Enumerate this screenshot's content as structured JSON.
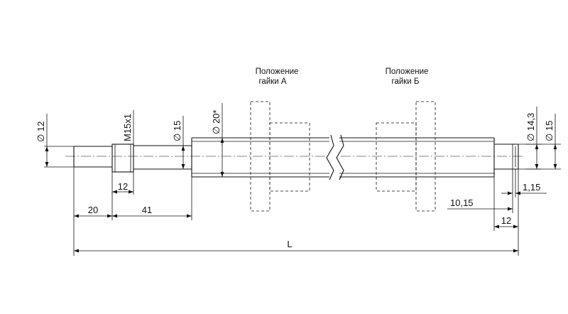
{
  "drawing": {
    "notes": {
      "nut_a": [
        "Положение",
        "гайки А"
      ],
      "nut_b": [
        "Положение",
        "гайки Б"
      ]
    },
    "dims": {
      "d12": "∅ 12",
      "thread": "M15x1",
      "d15_left": "∅ 15",
      "d20": "∅ 20*",
      "d14_3": "∅ 14,3",
      "d15_right": "∅ 15",
      "len_12_thread": "12",
      "len_20": "20",
      "len_41": "41",
      "len_10_15": "10,15",
      "len_1_15": "1,15",
      "len_12_right": "12",
      "total": "L"
    }
  }
}
